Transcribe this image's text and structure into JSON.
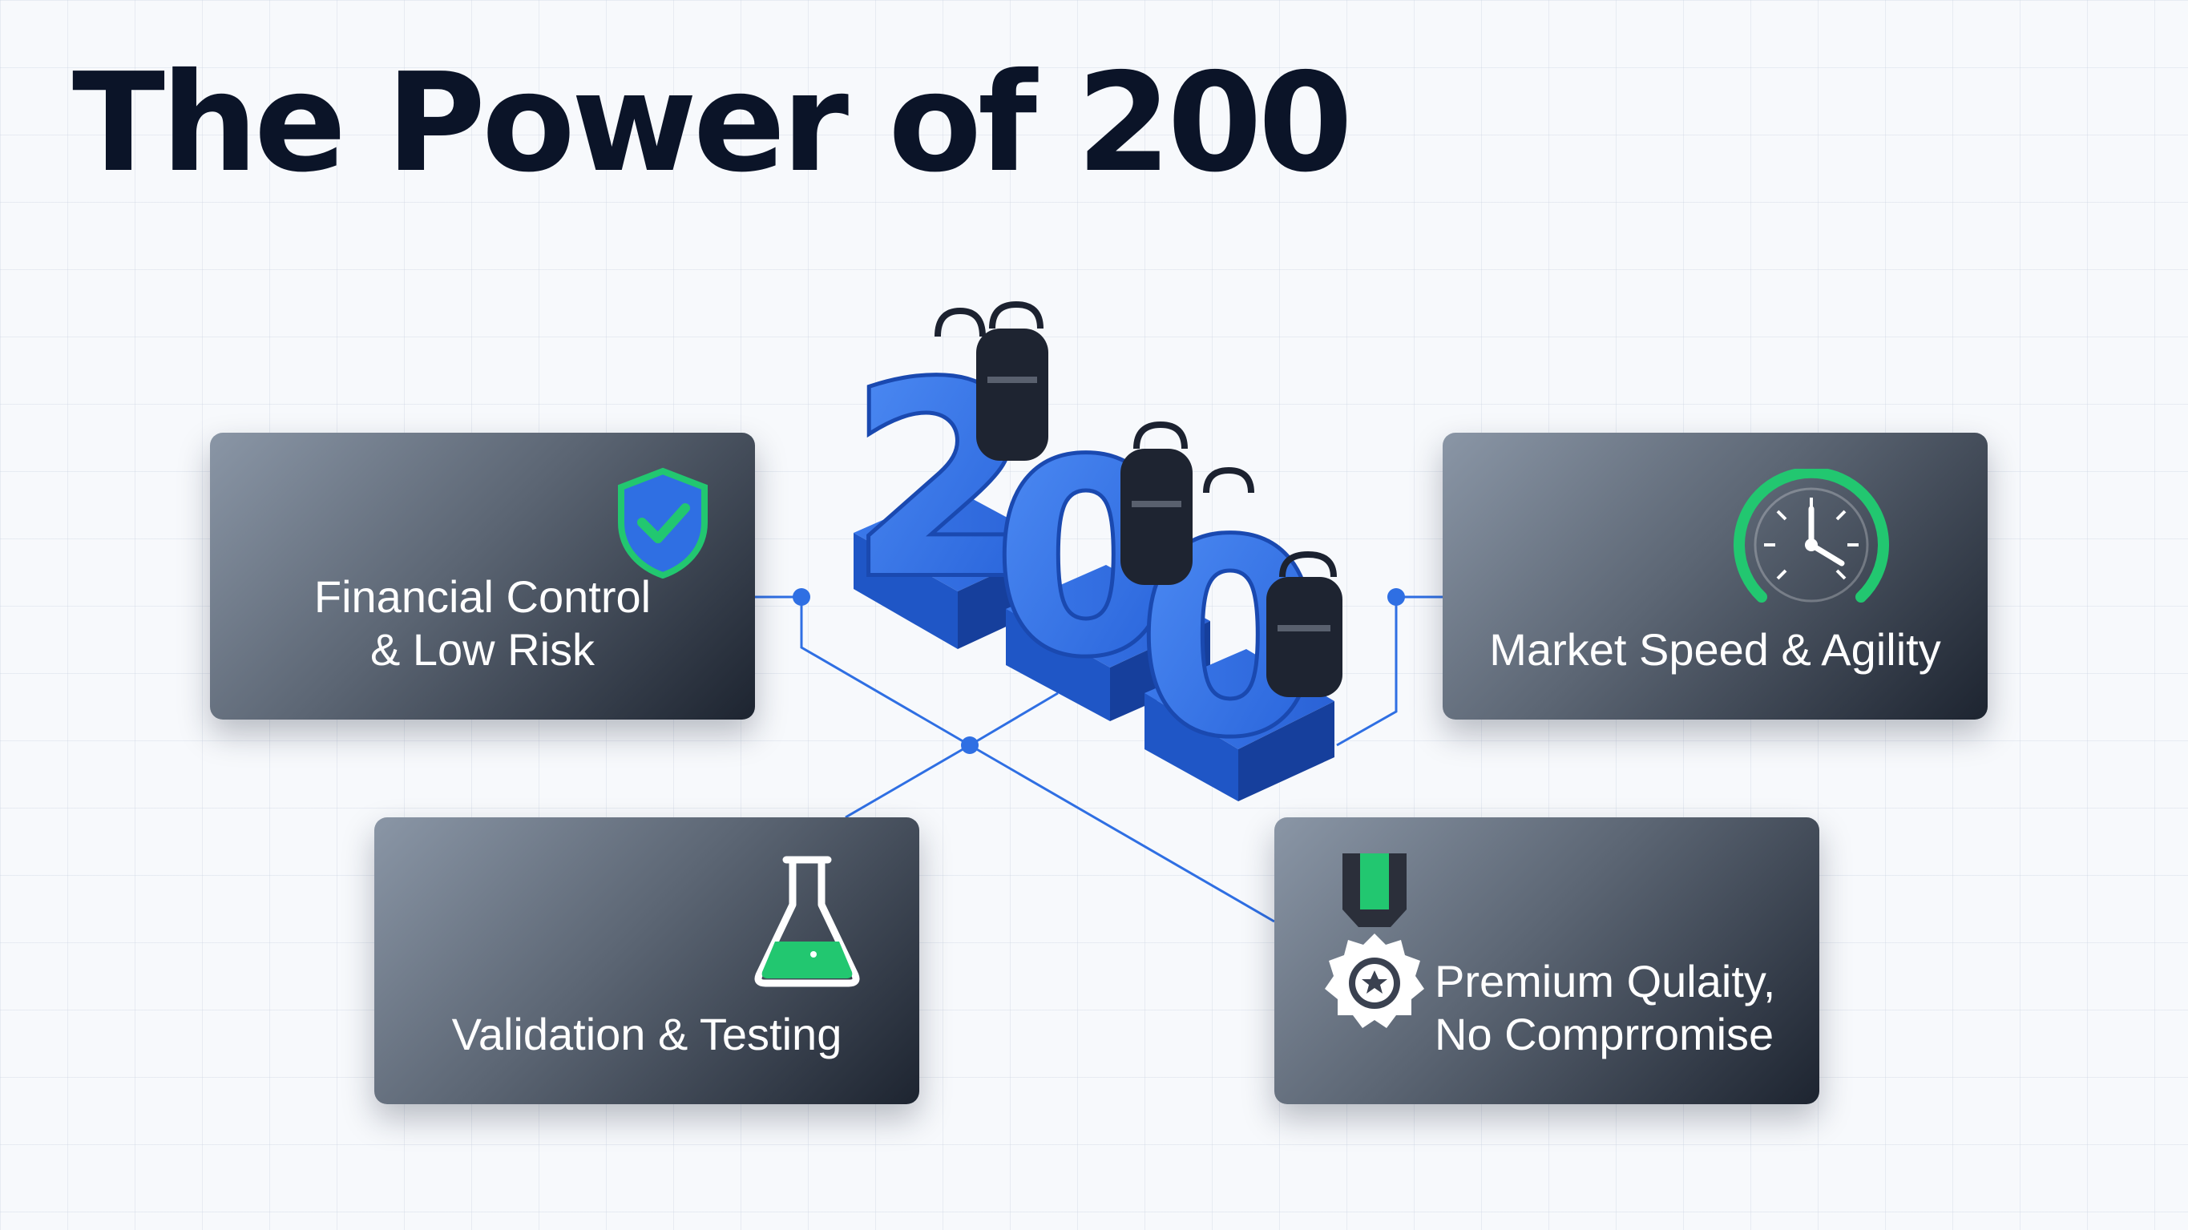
{
  "title": "The Power of 200",
  "hero_number": "200",
  "accent_color": "#2f6fe3",
  "icon_accent_color": "#22c770",
  "cards": {
    "financial": {
      "line1": "Financial Control",
      "line2": "& Low Risk",
      "icon": "shield-check-icon"
    },
    "market": {
      "line1": "Market Speed & Agility",
      "icon": "stopwatch-gauge-icon"
    },
    "validation": {
      "line1": "Validation & Testing",
      "icon": "flask-icon"
    },
    "quality": {
      "line1": "Premium Qulaity,",
      "line2": "No Comprromise",
      "icon": "award-medal-icon"
    }
  }
}
